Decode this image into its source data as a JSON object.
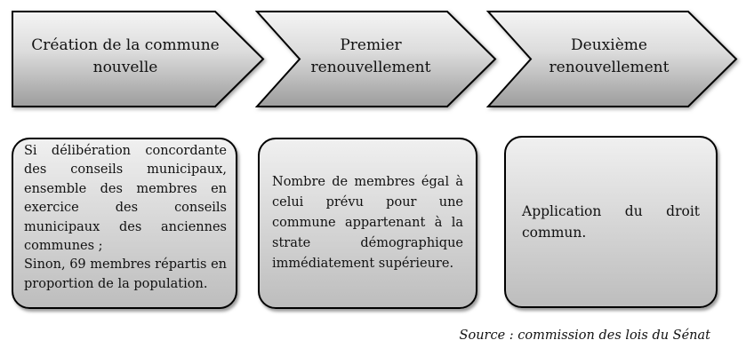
{
  "steps": [
    {
      "label": "Création de la commune nouvelle"
    },
    {
      "label": "Premier renouvellement"
    },
    {
      "label": "Deuxième renouvellement"
    }
  ],
  "boxes": [
    {
      "paragraphs": [
        "Si délibération concordante des conseils municipaux, ensemble des membres en exercice des conseils municipaux des anciennes communes ;",
        "Sinon, 69 membres répartis en proportion de la population."
      ]
    },
    {
      "paragraphs": [
        "Nombre de membres égal à celui prévu pour une commune appartenant à la strate démographique immédiatement supérieure."
      ]
    },
    {
      "paragraphs": [
        "Application du droit commun."
      ]
    }
  ],
  "source": "Source : commission des lois du Sénat",
  "colors": {
    "shape_gradient_top": "#f4f4f4",
    "shape_gradient_mid": "#dcdcdc",
    "shape_gradient_bottom": "#9c9c9c",
    "box_gradient_top": "#f0f0f0",
    "box_gradient_bottom": "#bdbdbd",
    "outline": "#000000",
    "text": "#111111",
    "background": "#ffffff"
  }
}
